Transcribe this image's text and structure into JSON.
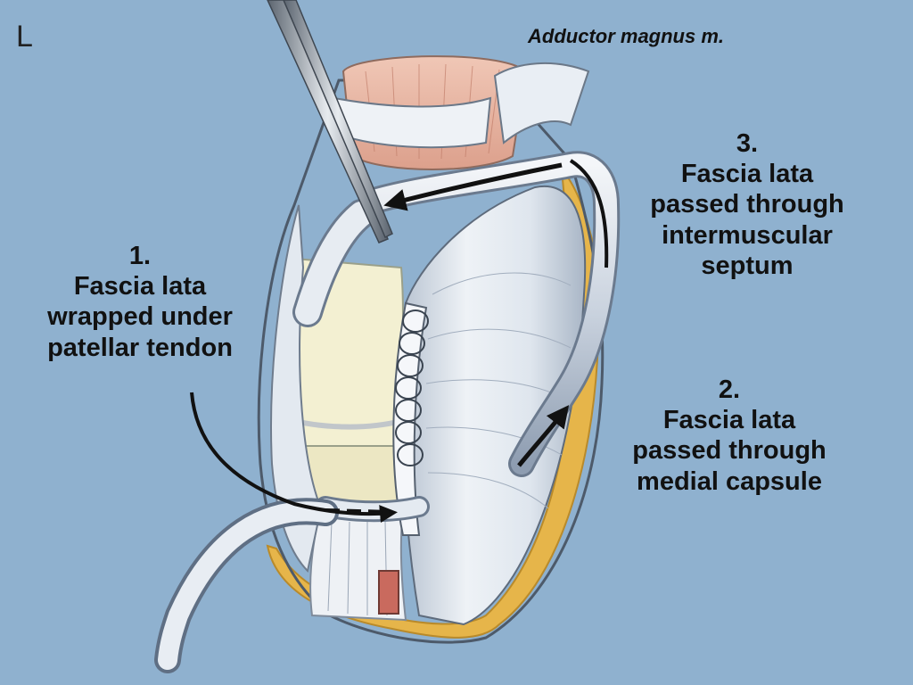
{
  "image": {
    "corner_letter": "L",
    "muscle_label": "Adductor  magnus m."
  },
  "steps": [
    {
      "number": "1.",
      "lines": [
        "Fascia lata",
        "wrapped under",
        "patellar tendon"
      ]
    },
    {
      "number": "2.",
      "lines": [
        "Fascia lata",
        "passed through",
        "medial capsule"
      ]
    },
    {
      "number": "3.",
      "lines": [
        "Fascia lata",
        "passed through",
        "intermuscular",
        "septum"
      ]
    }
  ],
  "colors": {
    "background": "#8fb1cf",
    "fascia": "#dfe6ee",
    "fascia_shadow": "#a7b4c4",
    "bone": "#f3f0d2",
    "muscle": "#e8b6a4",
    "fat": "#e6b54a",
    "arrow": "#111111"
  }
}
